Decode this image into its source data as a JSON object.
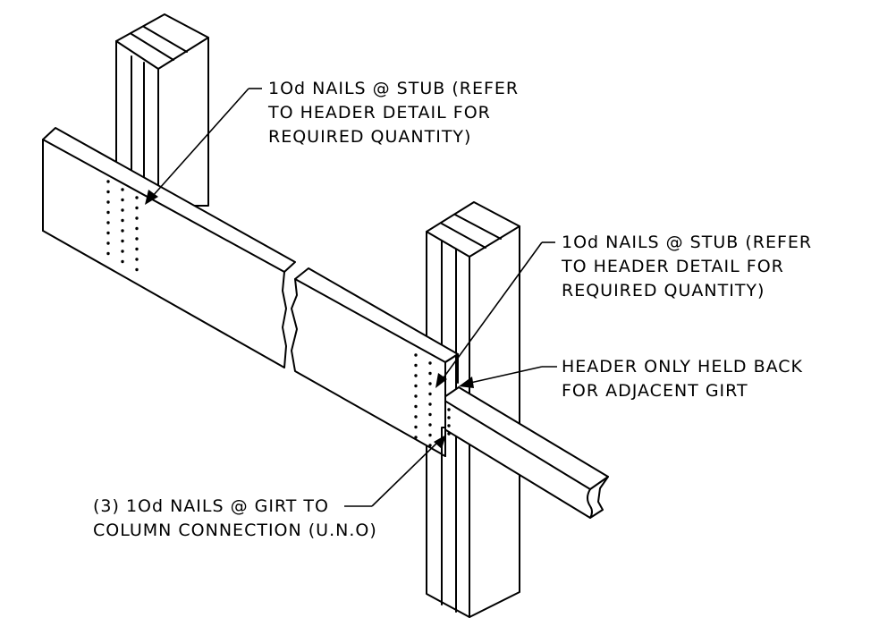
{
  "annotations": {
    "stub_nails_upper": {
      "lines": [
        "1Od NAILS @ STUB (REFER",
        "TO HEADER DETAIL FOR",
        "REQUIRED QUANTITY)"
      ]
    },
    "stub_nails_lower": {
      "lines": [
        "1Od NAILS @ STUB (REFER",
        "TO HEADER DETAIL FOR",
        "REQUIRED QUANTITY)"
      ]
    },
    "header_held_back": {
      "lines": [
        "HEADER ONLY HELD BACK",
        "FOR ADJACENT GIRT"
      ]
    },
    "girt_nails": {
      "lines": [
        "(3) 1Od NAILS @ GIRT TO",
        "COLUMN CONNECTION (U.N.O)"
      ]
    }
  }
}
